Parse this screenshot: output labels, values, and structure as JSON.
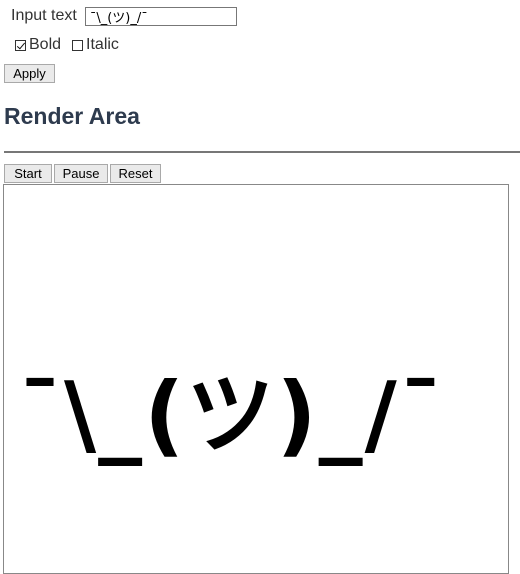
{
  "controls": {
    "input_label": "Input text",
    "input_value": "¯\\_(ツ)_/¯",
    "bold_label": "Bold",
    "bold_checked": true,
    "italic_label": "Italic",
    "italic_checked": false,
    "apply_label": "Apply"
  },
  "render": {
    "title": "Render Area",
    "start_label": "Start",
    "pause_label": "Pause",
    "reset_label": "Reset",
    "canvas_text": "¯\\_(ツ)_/¯"
  }
}
